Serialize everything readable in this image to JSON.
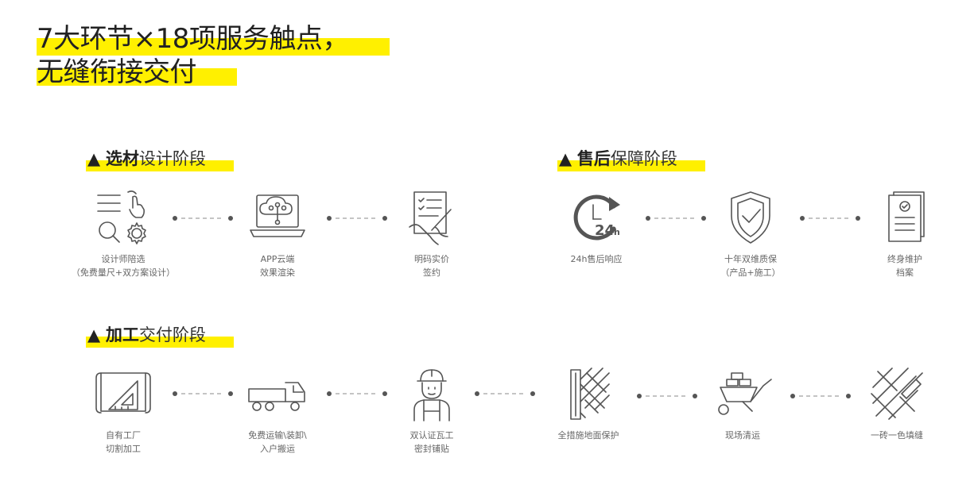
{
  "headline": {
    "line1": "7大环节×18项服务触点，",
    "line2": "无缝衔接交付"
  },
  "sections": {
    "selection": {
      "marker": "▲",
      "strong": "选材",
      "rest": "设计阶段"
    },
    "aftersale": {
      "marker": "▲",
      "strong": "售后",
      "rest": "保障阶段"
    },
    "processing": {
      "marker": "▲",
      "strong": "加工",
      "rest": "交付阶段"
    }
  },
  "steps": {
    "designer": {
      "line1": "设计师陪选",
      "line2": "（免费量尺+双方案设计）",
      "icon": "designer-select-icon"
    },
    "app": {
      "line1": "APP云端",
      "line2": "效果渲染",
      "icon": "cloud-render-icon"
    },
    "contract": {
      "line1": "明码实价",
      "line2": "签约",
      "icon": "contract-sign-icon"
    },
    "response": {
      "line1": "24h售后响应",
      "line2": "",
      "icon": "24h-clock-icon"
    },
    "warranty": {
      "line1": "十年双维质保",
      "line2": "（产品+施工）",
      "icon": "shield-check-icon"
    },
    "archive": {
      "line1": "终身维护",
      "line2": "档案",
      "icon": "archive-document-icon"
    },
    "factory": {
      "line1": "自有工厂",
      "line2": "切割加工",
      "icon": "blueprint-ruler-icon"
    },
    "delivery": {
      "line1": "免费运输\\装卸\\",
      "line2": "入户搬运",
      "icon": "truck-icon"
    },
    "worker": {
      "line1": "双认证瓦工",
      "line2": "密封铺贴",
      "icon": "worker-icon"
    },
    "protection": {
      "line1": "全措施地面保护",
      "line2": "",
      "icon": "floor-protection-icon"
    },
    "cleanup": {
      "line1": "现场清运",
      "line2": "",
      "icon": "wheelbarrow-icon"
    },
    "joint": {
      "line1": "一砖一色填缝",
      "line2": "",
      "icon": "tile-grout-icon"
    }
  },
  "colors": {
    "highlight": "#fff000",
    "icon_stroke": "#555555",
    "text": "#666666"
  }
}
